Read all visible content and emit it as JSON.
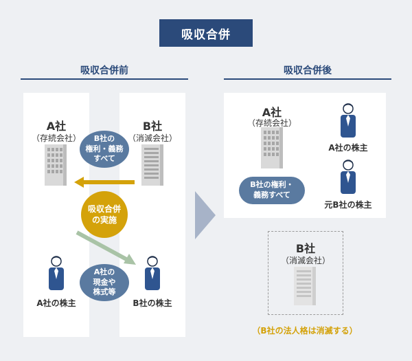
{
  "title": "吸収合併",
  "before": {
    "heading": "吸収合併前",
    "company_a": {
      "name": "A社",
      "sub": "（存続会社）"
    },
    "company_b": {
      "name": "B社",
      "sub": "（消滅会社）"
    },
    "rights_bubble": [
      "B社の",
      "権利・義務",
      "すべて"
    ],
    "merger_bubble": [
      "吸収合併",
      "の実施"
    ],
    "cash_bubble": [
      "A社の",
      "現金や",
      "株式等"
    ],
    "shareholder_a": "A社の株主",
    "shareholder_b": "B社の株主"
  },
  "after": {
    "heading": "吸収合併後",
    "company_a": {
      "name": "A社",
      "sub": "（存続会社）"
    },
    "rights_bubble": [
      "B社の権利・",
      "義務すべて"
    ],
    "shareholder_a": "A社の株主",
    "shareholder_former_b": "元B社の株主",
    "company_b": {
      "name": "B社",
      "sub": "（消滅会社）"
    },
    "notice": "（B社の法人格は消滅する）"
  },
  "colors": {
    "navy": "#2b4a7a",
    "bubble_blue": "#5a7aa0",
    "gold": "#d4a20a",
    "green_arrow": "#a9c3a6"
  }
}
